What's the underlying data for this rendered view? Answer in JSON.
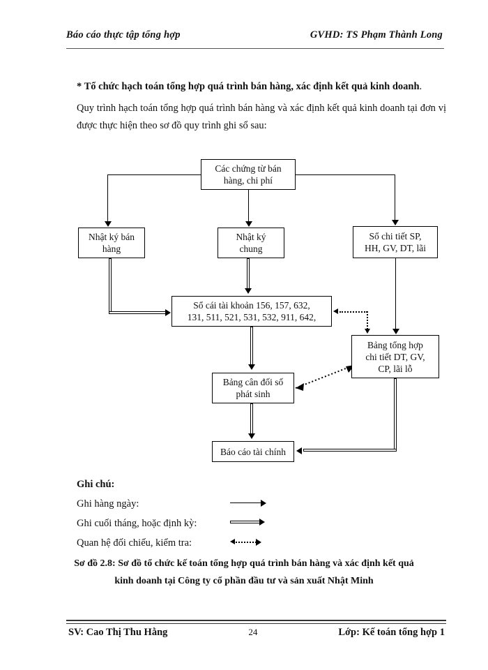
{
  "header": {
    "left": "Báo cáo thực tập tổng hợp",
    "right": "GVHD: TS Phạm Thành Long"
  },
  "body": {
    "heading": "* Tổ chức hạch toán tổng hợp quá trình bán hàng, xác định kết quả kinh doanh",
    "heading_tail": ".",
    "paragraph": "Quy trình hạch toán tổng hợp quá trình bán hàng và xác định kết quả kinh doanh tại đơn vị được thực hiện theo sơ đồ quy trình ghi sổ sau:"
  },
  "diagram": {
    "boxes": [
      {
        "id": "vouchers",
        "line1": "Các chứng từ bán",
        "line2": "hàng, chi phí",
        "line3": ""
      },
      {
        "id": "sales-journal",
        "line1": "Nhật ký bán",
        "line2": "hàng",
        "line3": ""
      },
      {
        "id": "general-journal",
        "line1": "Nhật ký",
        "line2": "chung",
        "line3": ""
      },
      {
        "id": "detail-book",
        "line1": "Sổ chi tiết SP,",
        "line2": "HH, GV, DT, lãi",
        "line3": ""
      },
      {
        "id": "ledger",
        "line1": "Sổ cái tài khoản 156, 157, 632,",
        "line2": "131, 511, 521, 531, 532, 911, 642,",
        "line3": ""
      },
      {
        "id": "summary-detail",
        "line1": "Bảng tổng hợp",
        "line2": "chi tiết DT, GV,",
        "line3": "CP, lãi lỗ"
      },
      {
        "id": "trial-balance",
        "line1": "Bảng cân đối số",
        "line2": "phát sinh",
        "line3": ""
      },
      {
        "id": "financial-report",
        "line1": "Báo cáo tài chính",
        "line2": "",
        "line3": ""
      }
    ]
  },
  "legend": {
    "title": "Ghi chú:",
    "items": [
      {
        "label": "Ghi hàng ngày:",
        "symbol": "single-arrow"
      },
      {
        "label": "Ghi cuối tháng, hoặc định kỳ:",
        "symbol": "double-arrow"
      },
      {
        "label": "Quan hệ đối chiếu, kiểm tra:",
        "symbol": "dotted-double-headed-arrow"
      }
    ]
  },
  "caption": {
    "line1": "Sơ đồ 2.8: Sơ đồ tổ chức kế toán tổng hợp quá trình bán hàng và xác định kết quả",
    "line2": "kinh doanh tại Công ty cổ phần đầu tư và sản xuất Nhật Minh"
  },
  "footer": {
    "student": "SV: Cao Thị Thu Hằng",
    "page": "24",
    "class": "Lớp: Kế toán tổng hợp 1"
  }
}
